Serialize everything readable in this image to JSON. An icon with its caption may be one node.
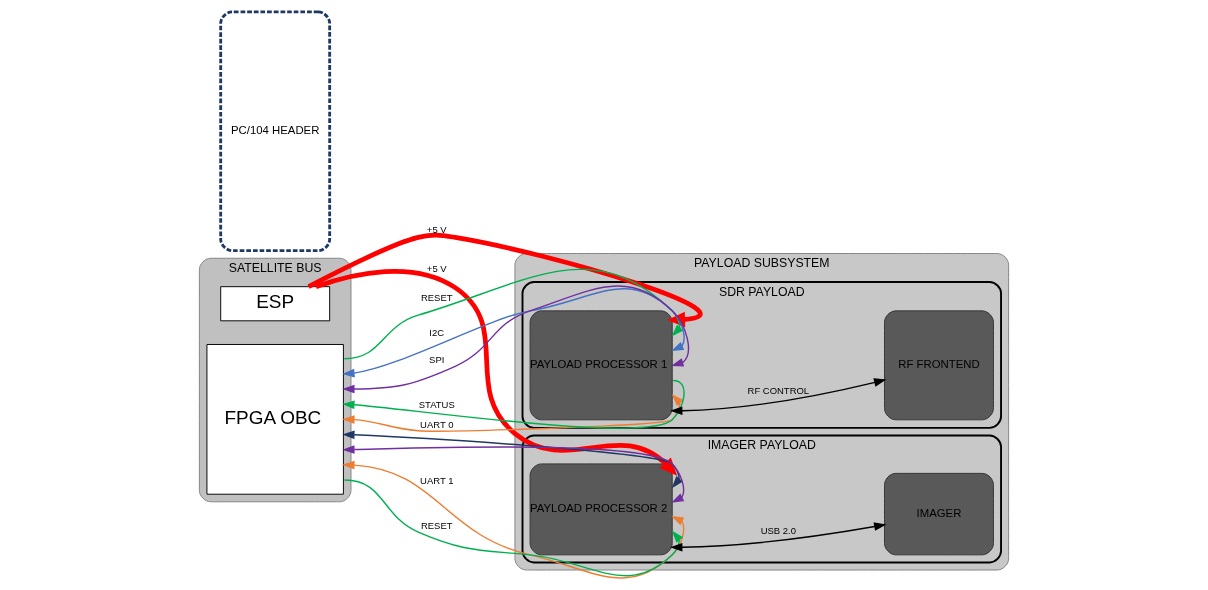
{
  "diagram": {
    "nodes": [
      {
        "text": [
          "SATELLITE BUS"
        ]
      },
      {
        "text": [
          "ESP"
        ],
        "in": 0
      },
      {
        "text": [
          "FPGA OBC"
        ],
        "in": 0
      },
      {
        "text": [
          "PC/104 HEADER"
        ]
      },
      {
        "text": [
          "PAYLOAD SUBSYSTEM"
        ]
      },
      {
        "text": [
          "SDR PAYLOAD"
        ],
        "in": 4
      },
      {
        "text": [
          "PAYLOAD PROCESSOR 1"
        ],
        "in": 5
      },
      {
        "text": [
          "RF FRONTEND"
        ],
        "in": 5
      },
      {
        "text": [
          "IMAGER PAYLOAD"
        ],
        "in": 4
      },
      {
        "text": [
          "PAYLOAD PROCESSOR 2"
        ],
        "in": 8
      },
      {
        "text": [
          "IMAGER"
        ],
        "in": 8
      }
    ],
    "edges": [
      {
        "from": 1,
        "to": 6,
        "arrow": "to",
        "label": "+5 V",
        "style": "thick",
        "color": "#ff0000"
      },
      {
        "from": 2,
        "to": 6,
        "arrow": "to",
        "label": "RESET",
        "color": "#00b050"
      },
      {
        "from": 2,
        "to": 6,
        "arrow": "both",
        "label": "I2C",
        "color": "#4472c4"
      },
      {
        "from": 2,
        "to": 6,
        "arrow": "both",
        "label": "SPI",
        "color": "#7030a0"
      },
      {
        "from": 6,
        "to": 2,
        "arrow": "to",
        "label": "STATUS",
        "color": "#00b050"
      },
      {
        "from": 2,
        "to": 6,
        "arrow": "both",
        "label": "UART 0",
        "color": "#ed7d31"
      },
      {
        "from": 1,
        "to": 9,
        "arrow": "to",
        "label": "+5 V",
        "style": "thick",
        "color": "#ff0000"
      },
      {
        "from": 2,
        "to": 9,
        "arrow": "both",
        "color": "#1f3864"
      },
      {
        "from": 2,
        "to": 9,
        "arrow": "both",
        "color": "#7030a0"
      },
      {
        "from": 2,
        "to": 9,
        "arrow": "both",
        "label": "UART 1",
        "color": "#ed7d31"
      },
      {
        "from": 2,
        "to": 9,
        "arrow": "to",
        "label": "RESET",
        "color": "#00b050"
      },
      {
        "from": 6,
        "to": 7,
        "arrow": "both",
        "label": "RF CONTROL",
        "color": "#000000"
      },
      {
        "from": 9,
        "to": 10,
        "arrow": "both",
        "label": "USB 2.0",
        "color": "#000000"
      }
    ]
  }
}
